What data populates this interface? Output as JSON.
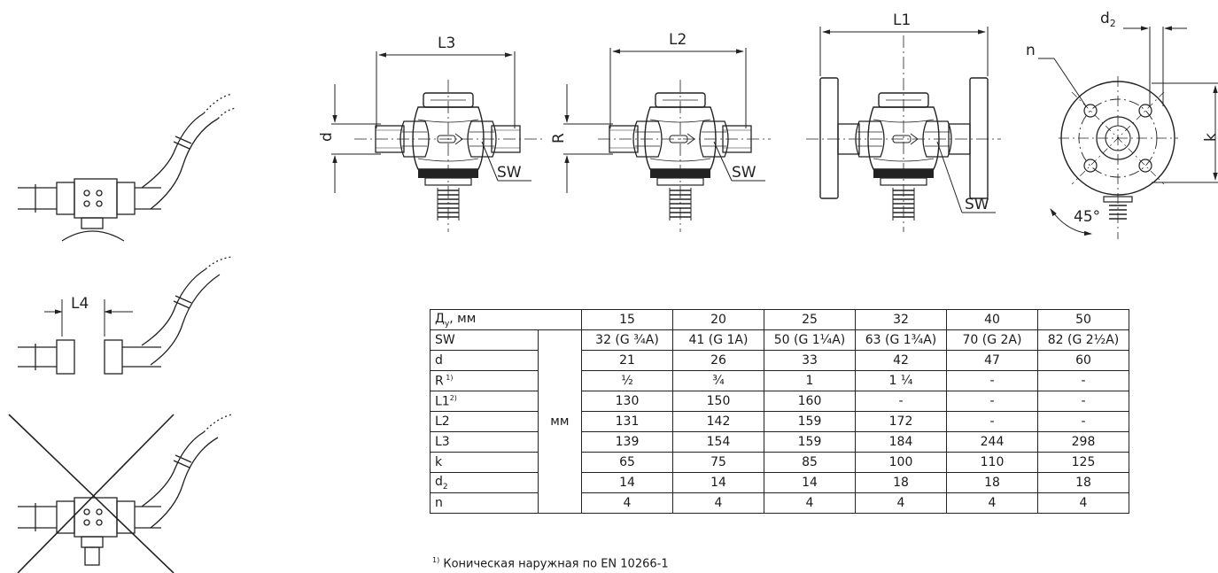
{
  "dimension_labels": {
    "L3": "L3",
    "L2": "L2",
    "L1": "L1",
    "L4": "L4",
    "d": "d",
    "R": "R",
    "k": "k",
    "n": "n",
    "d2_base": "d",
    "d2_sub": "2",
    "SW": "SW",
    "angle": "45°"
  },
  "table": {
    "header_label": "Д",
    "header_label_sub": "у",
    "header_label_rest": ", мм",
    "unit": "мм",
    "dn": [
      "15",
      "20",
      "25",
      "32",
      "40",
      "50"
    ],
    "rows": [
      {
        "label": "SW",
        "sup": "",
        "sub": "",
        "values": [
          "32 (G ¾A)",
          "41 (G 1A)",
          "50 (G 1¼A)",
          "63 (G 1¾A)",
          "70 (G 2A)",
          "82 (G 2½A)"
        ]
      },
      {
        "label": "d",
        "sup": "",
        "sub": "",
        "values": [
          "21",
          "26",
          "33",
          "42",
          "47",
          "60"
        ]
      },
      {
        "label": "R",
        "sup": " 1)",
        "sub": "",
        "values": [
          "½",
          "¾",
          "1",
          "1 ¼",
          "-",
          "-"
        ]
      },
      {
        "label": "L1",
        "sup": "2)",
        "sub": "",
        "values": [
          "130",
          "150",
          "160",
          "-",
          "-",
          "-"
        ]
      },
      {
        "label": "L2",
        "sup": "",
        "sub": "",
        "values": [
          "131",
          "142",
          "159",
          "172",
          "-",
          "-"
        ]
      },
      {
        "label": "L3",
        "sup": "",
        "sub": "",
        "values": [
          "139",
          "154",
          "159",
          "184",
          "244",
          "298"
        ]
      },
      {
        "label": "k",
        "sup": "",
        "sub": "",
        "values": [
          "65",
          "75",
          "85",
          "100",
          "110",
          "125"
        ]
      },
      {
        "label": "d",
        "sup": "",
        "sub": "2",
        "values": [
          "14",
          "14",
          "14",
          "18",
          "18",
          "18"
        ]
      },
      {
        "label": "n",
        "sup": "",
        "sub": "",
        "values": [
          "4",
          "4",
          "4",
          "4",
          "4",
          "4"
        ]
      }
    ]
  },
  "footnote": {
    "mark": "1)",
    "text": " Коническая наружная по EN 10266-1"
  }
}
